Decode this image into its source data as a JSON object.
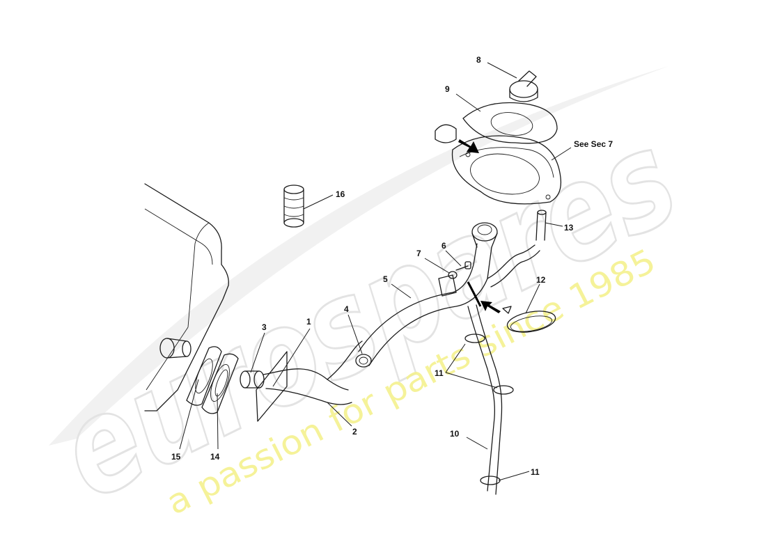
{
  "watermark": {
    "brand": "eurospares",
    "tagline": "a passion for parts since 1985",
    "brand_color": "#e6e6e6",
    "tagline_color": "#f3f08a"
  },
  "callouts": {
    "c1": "1",
    "c2": "2",
    "c3": "3",
    "c4": "4",
    "c5": "5",
    "c6": "6",
    "c7": "7",
    "c8": "8",
    "c9": "9",
    "c10": "10",
    "c11a": "11",
    "c11b": "11",
    "c12": "12",
    "c13": "13",
    "c14": "14",
    "c15": "15",
    "c16": "16",
    "see_sec": "See Sec 7"
  }
}
